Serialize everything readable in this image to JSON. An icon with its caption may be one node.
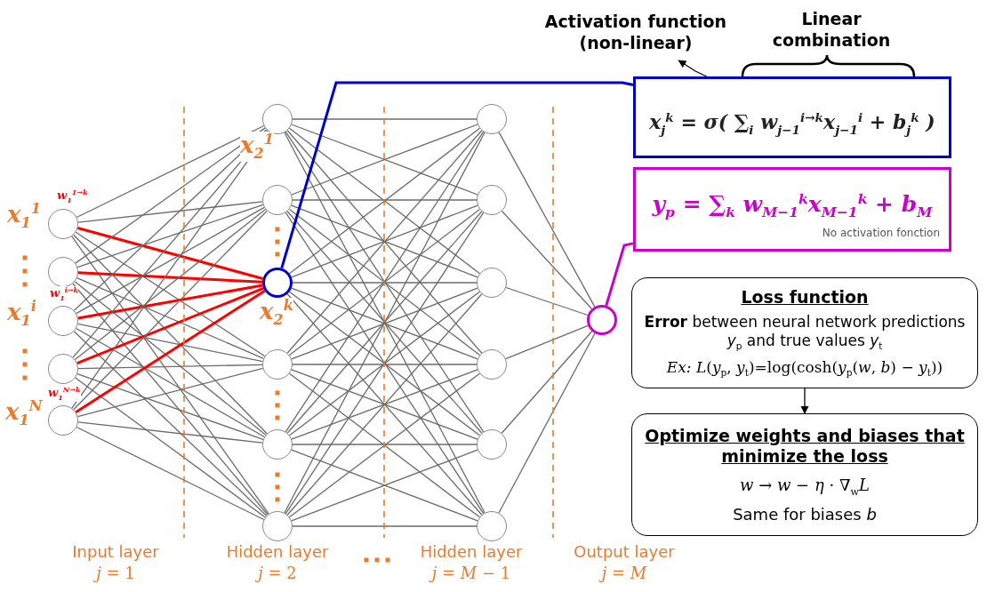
{
  "diagram": {
    "nodes": [
      {
        "text": [
          "Activation function (non-linear)"
        ]
      },
      {
        "text": [
          "x$_{j}$$^{k}$ = σ( ∑$_{i}$ w$_{j−1}$$^{i→k}$x$_{j−1}$$^{i}$ + b$_{j}$$^{k}$ )"
        ]
      },
      {
        "text": [
          "y$_{p}$ = ∑$_{k}$ w$_{M−1}$$^{k}$x$_{M−1}$$^{k}$ + b$_{M}$",
          "No activation fonction"
        ]
      },
      {
        "text": [
          "Loss function",
          "**Error** between neural network predictions *y*$_{p}$ and true values *y*$_{t}$",
          "*Ex:* *L*(*y*$_{p}$, *y*$_{t}$)=log(cosh(*y*$_{p}$(*w*, *b*) − *y*$_{t}$))"
        ]
      },
      {
        "text": [
          "Optimize weights and biases that minimize the loss",
          "*w* → *w* − *η* · ∇$_{w}$*L*",
          "Same for biases *b*"
        ]
      },
      {
        "text": [],
        "shape": "circle",
        "beside": [
          "x$_{1}$$^{1}$",
          "w$_{1}$$^{1→k}$"
        ]
      },
      {
        "text": [],
        "shape": "circle"
      },
      {
        "text": [],
        "shape": "circle",
        "beside": [
          "x$_{1}$$^{i}$",
          "w$_{1}$$^{i→k}$"
        ]
      },
      {
        "text": [],
        "shape": "circle"
      },
      {
        "text": [],
        "shape": "circle",
        "beside": [
          "x$_{1}$$^{N}$",
          "w$_{1}$$^{N→k}$"
        ]
      },
      {
        "text": [],
        "shape": "circle",
        "beside": [
          "x$_{2}$$^{1}$"
        ]
      },
      {
        "text": [],
        "shape": "circle"
      },
      {
        "text": [],
        "shape": "circle",
        "beside": [
          "x$_{2}$$^{k}$"
        ]
      },
      {
        "text": [],
        "shape": "circle"
      },
      {
        "text": [],
        "shape": "circle"
      },
      {
        "text": [],
        "shape": "circle"
      },
      {
        "text": [],
        "shape": "circle"
      },
      {
        "text": [],
        "shape": "circle"
      },
      {
        "text": [],
        "shape": "circle"
      },
      {
        "text": [],
        "shape": "circle"
      },
      {
        "text": [],
        "shape": "circle"
      },
      {
        "text": [],
        "shape": "circle"
      },
      {
        "text": [],
        "shape": "circle"
      }
    ],
    "edges": [
      {
        "from": 5,
        "to": 10,
        "arrow": "none"
      },
      {
        "from": 5,
        "to": 11,
        "arrow": "none"
      },
      {
        "from": 5,
        "to": 12,
        "arrow": "none",
        "style": "thick",
        "color": "#ff0000"
      },
      {
        "from": 5,
        "to": 13,
        "arrow": "none"
      },
      {
        "from": 5,
        "to": 14,
        "arrow": "none"
      },
      {
        "from": 5,
        "to": 15,
        "arrow": "none"
      },
      {
        "from": 6,
        "to": 10,
        "arrow": "none"
      },
      {
        "from": 6,
        "to": 11,
        "arrow": "none"
      },
      {
        "from": 6,
        "to": 12,
        "arrow": "none",
        "style": "thick",
        "color": "#ff0000"
      },
      {
        "from": 6,
        "to": 13,
        "arrow": "none"
      },
      {
        "from": 6,
        "to": 14,
        "arrow": "none"
      },
      {
        "from": 6,
        "to": 15,
        "arrow": "none"
      },
      {
        "from": 7,
        "to": 10,
        "arrow": "none"
      },
      {
        "from": 7,
        "to": 11,
        "arrow": "none"
      },
      {
        "from": 7,
        "to": 12,
        "arrow": "none",
        "style": "thick",
        "color": "#ff0000"
      },
      {
        "from": 7,
        "to": 13,
        "arrow": "none"
      },
      {
        "from": 7,
        "to": 14,
        "arrow": "none"
      },
      {
        "from": 7,
        "to": 15,
        "arrow": "none"
      },
      {
        "from": 8,
        "to": 10,
        "arrow": "none"
      },
      {
        "from": 8,
        "to": 11,
        "arrow": "none"
      },
      {
        "from": 8,
        "to": 12,
        "arrow": "none",
        "style": "thick",
        "color": "#ff0000"
      },
      {
        "from": 8,
        "to": 13,
        "arrow": "none"
      },
      {
        "from": 8,
        "to": 14,
        "arrow": "none"
      },
      {
        "from": 8,
        "to": 15,
        "arrow": "none"
      },
      {
        "from": 9,
        "to": 10,
        "arrow": "none"
      },
      {
        "from": 9,
        "to": 11,
        "arrow": "none"
      },
      {
        "from": 9,
        "to": 12,
        "arrow": "none",
        "style": "thick",
        "color": "#ff0000"
      },
      {
        "from": 9,
        "to": 13,
        "arrow": "none"
      },
      {
        "from": 9,
        "to": 14,
        "arrow": "none"
      },
      {
        "from": 9,
        "to": 15,
        "arrow": "none"
      },
      {
        "from": 10,
        "to": 16,
        "arrow": "none"
      },
      {
        "from": 10,
        "to": 17,
        "arrow": "none"
      },
      {
        "from": 10,
        "to": 18,
        "arrow": "none"
      },
      {
        "from": 10,
        "to": 19,
        "arrow": "none"
      },
      {
        "from": 10,
        "to": 20,
        "arrow": "none"
      },
      {
        "from": 10,
        "to": 21,
        "arrow": "none"
      },
      {
        "from": 11,
        "to": 16,
        "arrow": "none"
      },
      {
        "from": 11,
        "to": 17,
        "arrow": "none"
      },
      {
        "from": 11,
        "to": 18,
        "arrow": "none"
      },
      {
        "from": 11,
        "to": 19,
        "arrow": "none"
      },
      {
        "from": 11,
        "to": 20,
        "arrow": "none"
      },
      {
        "from": 11,
        "to": 21,
        "arrow": "none"
      },
      {
        "from": 12,
        "to": 16,
        "arrow": "none"
      },
      {
        "from": 12,
        "to": 17,
        "arrow": "none"
      },
      {
        "from": 12,
        "to": 18,
        "arrow": "none"
      },
      {
        "from": 12,
        "to": 19,
        "arrow": "none"
      },
      {
        "from": 12,
        "to": 20,
        "arrow": "none"
      },
      {
        "from": 12,
        "to": 21,
        "arrow": "none"
      },
      {
        "from": 13,
        "to": 16,
        "arrow": "none"
      },
      {
        "from": 13,
        "to": 17,
        "arrow": "none"
      },
      {
        "from": 13,
        "to": 18,
        "arrow": "none"
      },
      {
        "from": 13,
        "to": 19,
        "arrow": "none"
      },
      {
        "from": 13,
        "to": 20,
        "arrow": "none"
      },
      {
        "from": 13,
        "to": 21,
        "arrow": "none"
      },
      {
        "from": 14,
        "to": 16,
        "arrow": "none"
      },
      {
        "from": 14,
        "to": 17,
        "arrow": "none"
      },
      {
        "from": 14,
        "to": 18,
        "arrow": "none"
      },
      {
        "from": 14,
        "to": 19,
        "arrow": "none"
      },
      {
        "from": 14,
        "to": 20,
        "arrow": "none"
      },
      {
        "from": 14,
        "to": 21,
        "arrow": "none"
      },
      {
        "from": 15,
        "to": 16,
        "arrow": "none"
      },
      {
        "from": 15,
        "to": 17,
        "arrow": "none"
      },
      {
        "from": 15,
        "to": 18,
        "arrow": "none"
      },
      {
        "from": 15,
        "to": 19,
        "arrow": "none"
      },
      {
        "from": 15,
        "to": 20,
        "arrow": "none"
      },
      {
        "from": 15,
        "to": 21,
        "arrow": "none"
      },
      {
        "from": 16,
        "to": 22,
        "arrow": "none"
      },
      {
        "from": 17,
        "to": 22,
        "arrow": "none"
      },
      {
        "from": 18,
        "to": 22,
        "arrow": "none"
      },
      {
        "from": 19,
        "to": 22,
        "arrow": "none"
      },
      {
        "from": 20,
        "to": 22,
        "arrow": "none"
      },
      {
        "from": 21,
        "to": 22,
        "arrow": "none"
      },
      {
        "from": 12,
        "to": 1,
        "arrow": "none",
        "style": "thick",
        "color": "#0000cc"
      },
      {
        "from": 22,
        "to": 2,
        "arrow": "none",
        "style": "thick",
        "color": "#cc00cc"
      },
      {
        "from": 3,
        "to": 4,
        "arrow": "to",
        "color": "#000000"
      },
      {
        "from": 1,
        "to": 0,
        "arrow": "to",
        "color": "#000000"
      }
    ],
    "labels": [
      "Linear combination",
      "Input layer",
      "*j* = 1",
      "Hidden layer",
      "*j* = 2",
      "Hidden layer",
      "*j* = *M* − 1",
      "Output layer",
      "*j* = *M*"
    ]
  }
}
